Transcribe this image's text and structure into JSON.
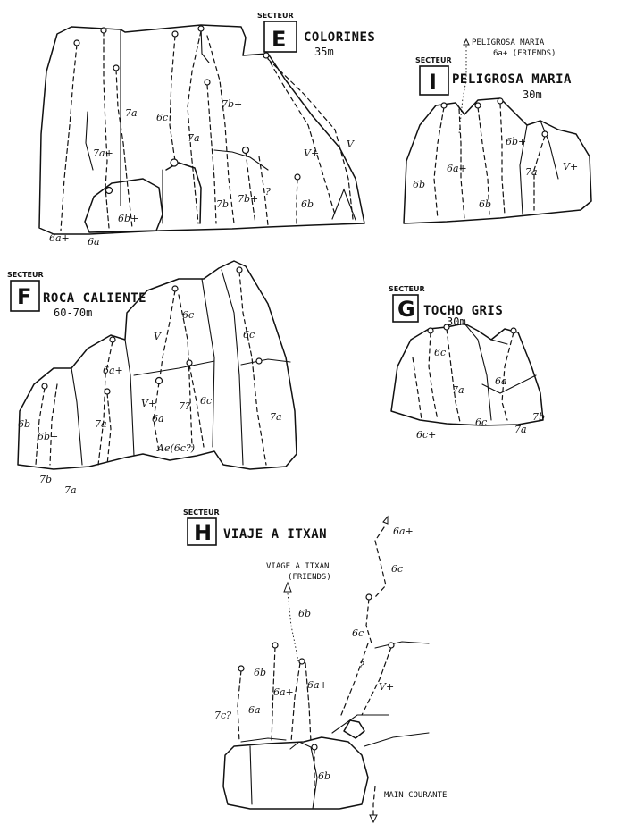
{
  "sectors": [
    {
      "id": "E",
      "secteur": "SECTEUR",
      "letter": "E",
      "name": "COLORINES",
      "height": "35m",
      "grades": [
        "6a+",
        "6a",
        "7a",
        "7a+",
        "6b+",
        "6c",
        "7a",
        "7b+",
        "7b",
        "7b+",
        "?",
        "6b",
        "V+",
        "V"
      ]
    },
    {
      "id": "I",
      "secteur": "SECTEUR",
      "letter": "I",
      "name": "PELIGROSA MARIA",
      "height": "30m",
      "top_note": "PELIGROSA MARIA",
      "top_note_grade": "6a+ (FRIENDS)",
      "grades": [
        "6b",
        "6a+",
        "6b",
        "6b+",
        "7a",
        "V+"
      ]
    },
    {
      "id": "F",
      "secteur": "SECTEUR",
      "letter": "F",
      "name": "ROCA CALIENTE",
      "height": "60-70m",
      "grades": [
        "6b",
        "6b+",
        "7b",
        "7a",
        "6a+",
        "7a",
        "V",
        "6c",
        "V+",
        "6a",
        "7?",
        "6c",
        "Ae(6c?)",
        "6c",
        "7a"
      ]
    },
    {
      "id": "G",
      "secteur": "SECTEUR",
      "letter": "G",
      "name": "TOCHO GRIS",
      "height": "30m",
      "grades": [
        "6c",
        "7a",
        "6c+",
        "6c",
        "6a",
        "7a",
        "7b"
      ]
    },
    {
      "id": "H",
      "secteur": "SECTEUR",
      "letter": "H",
      "name": "VIAJE A ITXAN",
      "top_note": "VIAGE A ITXAN",
      "top_note_sub": "(FRIENDS)",
      "bottom_note": "MAIN COURANTE",
      "grades": [
        "6a+",
        "6c",
        "6b",
        "6c",
        "?",
        "V+",
        "6b",
        "6a+",
        "6a+",
        "7c?",
        "6a",
        "6b"
      ]
    }
  ]
}
